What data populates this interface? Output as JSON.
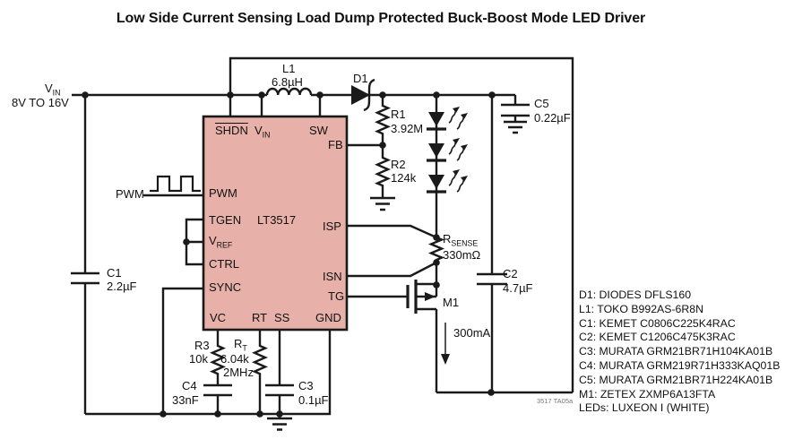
{
  "title": "Low Side Current Sensing Load Dump Protected Buck-Boost Mode LED Driver",
  "source": {
    "vin_main": "V",
    "vin_sub": "IN",
    "range": "8V TO 16V",
    "pwm": "PWM"
  },
  "ic": {
    "part": "LT3517",
    "pins": {
      "shdn": "SHDN",
      "vin_main": "V",
      "vin_sub": "IN",
      "sw": "SW",
      "pwm": "PWM",
      "tgen": "TGEN",
      "vref_main": "V",
      "vref_sub": "REF",
      "ctrl": "CTRL",
      "sync": "SYNC",
      "vc": "VC",
      "rt": "RT",
      "ss": "SS",
      "fb": "FB",
      "isp": "ISP",
      "isn": "ISN",
      "tg": "TG",
      "gnd": "GND"
    }
  },
  "parts": {
    "l1": {
      "ref": "L1",
      "val": "6.8µH"
    },
    "d1": {
      "ref": "D1"
    },
    "r1": {
      "ref": "R1",
      "val": "3.92M"
    },
    "r2": {
      "ref": "R2",
      "val": "124k"
    },
    "r3": {
      "ref": "R3",
      "val": "10k"
    },
    "rt": {
      "ref_main": "R",
      "ref_sub": "T",
      "val": "6.04k",
      "freq": "2MHz"
    },
    "rsense": {
      "ref_main": "R",
      "ref_sub": "SENSE",
      "val": "330mΩ"
    },
    "c1": {
      "ref": "C1",
      "val": "2.2µF"
    },
    "c2": {
      "ref": "C2",
      "val": "4.7µF"
    },
    "c3": {
      "ref": "C3",
      "val": "0.1µF"
    },
    "c4": {
      "ref": "C4",
      "val": "33nF"
    },
    "c5": {
      "ref": "C5",
      "val": "0.22µF"
    },
    "m1": {
      "ref": "M1"
    },
    "led_current": "300mA"
  },
  "bom": [
    "D1: DIODES DFLS160",
    "L1: TOKO B992AS-6R8N",
    "C1: KEMET C0806C225K4RAC",
    "C2: KEMET C1206C475K3RAC",
    "C3: MURATA GRM21BR71H104KA01B",
    "C4: MURATA GRM219R71H333KAQ01B",
    "C5: MURATA GRM21BR71H224KA01B",
    "M1: ZETEX ZXMP6A13FTA",
    "LEDs: LUXEON I (WHITE)"
  ],
  "note": "3517 TA05a",
  "colors": {
    "ic_fill": "#e7b1a9",
    "line": "#1a1a1a"
  }
}
